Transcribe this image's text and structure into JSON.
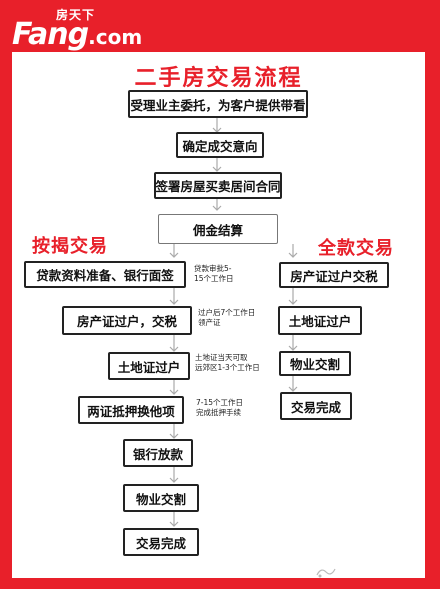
{
  "header": {
    "logo_cn": "房天下",
    "logo_main": "Fang",
    "logo_suffix": ".com"
  },
  "diagram": {
    "title": "二手房交易流程",
    "lane_left": "按揭交易",
    "lane_right": "全款交易",
    "top_steps": [
      "受理业主委托，为客户提供带看",
      "确定成交意向",
      "签署房屋买卖居间合同",
      "佣金结算"
    ],
    "mortgage_steps": [
      "贷款资料准备、银行面签",
      "房产证过户，交税",
      "土地证过户",
      "两证抵押换他项",
      "银行放款",
      "物业交割",
      "交易完成"
    ],
    "mortgage_notes": [
      "贷款审批5-\n15个工作日",
      "过户后7个工作日\n领产证",
      "土地证当天可取\n远郊区1-3个工作日",
      "7-15个工作日\n完成抵押手续"
    ],
    "cash_steps": [
      "房产证过户交税",
      "土地证过户",
      "物业交割",
      "交易完成"
    ]
  }
}
